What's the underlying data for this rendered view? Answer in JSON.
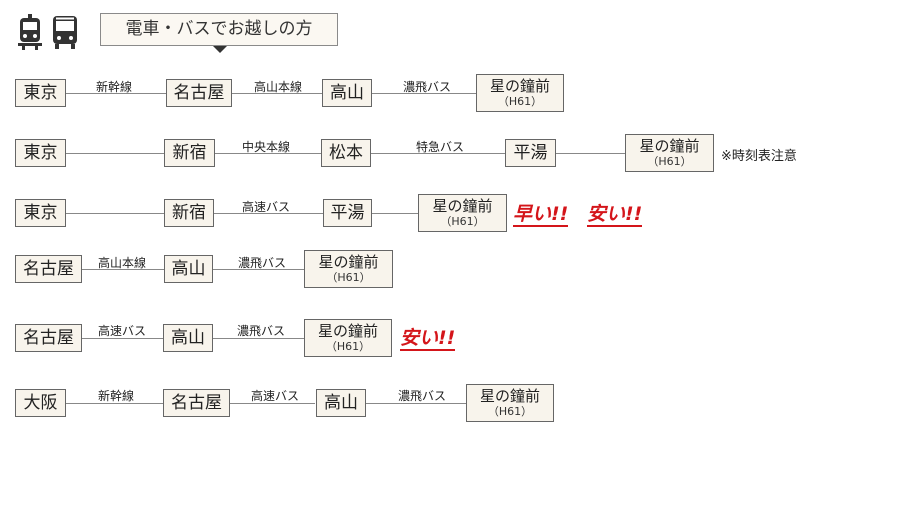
{
  "header": {
    "title": "電車・バスでお越しの方",
    "icons": [
      "train-icon",
      "bus-icon"
    ]
  },
  "routes": [
    {
      "segments": [
        "東京",
        "新幹線",
        "名古屋",
        "高山本線",
        "高山",
        "濃飛バス"
      ],
      "destination": {
        "name": "星の鐘前",
        "code": "（H61）"
      },
      "note": "",
      "highlights": []
    },
    {
      "segments": [
        "東京",
        "",
        "新宿",
        "中央本線",
        "松本",
        "特急バス",
        "平湯",
        ""
      ],
      "destination": {
        "name": "星の鐘前",
        "code": "（H61）"
      },
      "note": "※時刻表注意",
      "highlights": []
    },
    {
      "segments": [
        "東京",
        "",
        "新宿",
        "高速バス",
        "平湯",
        ""
      ],
      "destination": {
        "name": "星の鐘前",
        "code": "（H61）"
      },
      "note": "",
      "highlights": [
        "早い!!",
        "安い!!"
      ]
    },
    {
      "segments": [
        "名古屋",
        "高山本線",
        "高山",
        "濃飛バス"
      ],
      "destination": {
        "name": "星の鐘前",
        "code": "（H61）"
      },
      "note": "",
      "highlights": []
    },
    {
      "segments": [
        "名古屋",
        "高速バス",
        "高山",
        "濃飛バス"
      ],
      "destination": {
        "name": "星の鐘前",
        "code": "（H61）"
      },
      "note": "",
      "highlights": [
        "安い!!"
      ]
    },
    {
      "segments": [
        "大阪",
        "新幹線",
        "名古屋",
        "高速バス",
        "高山",
        "濃飛バス"
      ],
      "destination": {
        "name": "星の鐘前",
        "code": "（H61）"
      },
      "note": "",
      "highlights": []
    }
  ],
  "colors": {
    "highlight": "#d4151a",
    "station_bg": "#f8f4ec",
    "title_bg": "#fbf8f2",
    "icon": "#333333"
  }
}
